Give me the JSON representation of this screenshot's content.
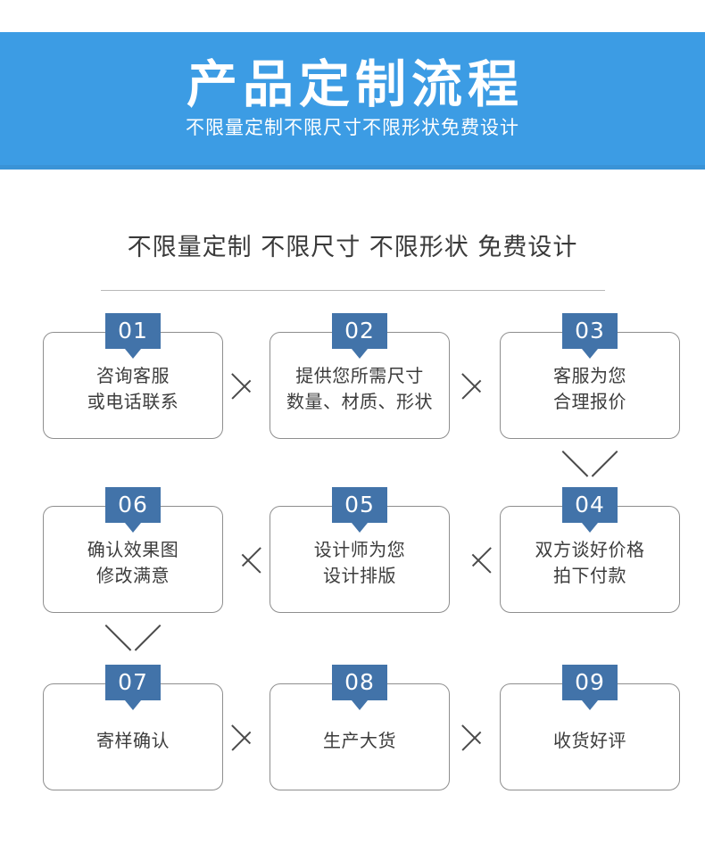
{
  "banner": {
    "title": "产品定制流程",
    "subtitle": "不限量定制不限尺寸不限形状免费设计",
    "bg_color": "#3c9ce4",
    "underline_color": "#3a93d6"
  },
  "section": {
    "title": "不限量定制 不限尺寸 不限形状 免费设计",
    "divider_color": "#b8b8b8"
  },
  "theme": {
    "badge_color": "#4273a9",
    "box_border_color": "#8e8e8e",
    "text_color": "#3c3c3c",
    "connector_color": "#4a4a4a"
  },
  "steps": [
    {
      "number": "01",
      "text": "咨询客服\n或电话联系"
    },
    {
      "number": "02",
      "text": "提供您所需尺寸\n数量、材质、形状"
    },
    {
      "number": "03",
      "text": "客服为您\n合理报价"
    },
    {
      "number": "04",
      "text": "双方谈好价格\n拍下付款"
    },
    {
      "number": "05",
      "text": "设计师为您\n设计排版"
    },
    {
      "number": "06",
      "text": "确认效果图\n修改满意"
    },
    {
      "number": "07",
      "text": "寄样确认"
    },
    {
      "number": "08",
      "text": "生产大货"
    },
    {
      "number": "09",
      "text": "收货好评"
    }
  ],
  "connectors": [
    {
      "name": "connector-01-to-02",
      "direction": "right"
    },
    {
      "name": "connector-02-to-03",
      "direction": "right"
    },
    {
      "name": "connector-03-to-04",
      "direction": "down"
    },
    {
      "name": "connector-04-to-05",
      "direction": "left"
    },
    {
      "name": "connector-05-to-06",
      "direction": "left"
    },
    {
      "name": "connector-06-to-07",
      "direction": "down"
    },
    {
      "name": "connector-07-to-08",
      "direction": "right"
    },
    {
      "name": "connector-08-to-09",
      "direction": "right"
    }
  ]
}
